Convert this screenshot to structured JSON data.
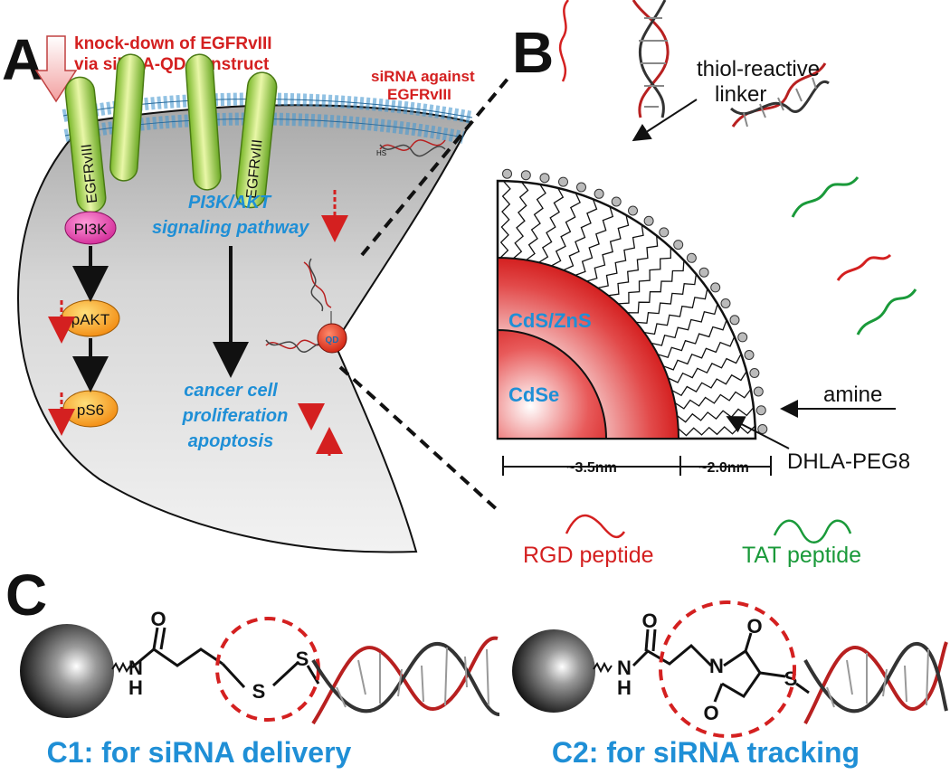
{
  "panels": {
    "a": "A",
    "b": "B",
    "c": "C"
  },
  "panel_a": {
    "knockdown_line1": "knock-down of EGFRvIII",
    "knockdown_line2": "via siRNA-QD construct",
    "sirna_line1": "siRNA against",
    "sirna_line2": "EGFRvIII",
    "receptor_label": "EGFRvIII",
    "pathway_line1": "PI3K/AKT",
    "pathway_line2": "signaling pathway",
    "pi3k": "PI3K",
    "pakt": "pAKT",
    "ps6": "pS6",
    "outcome_line1": "cancer cell",
    "outcome_line2": "proliferation",
    "outcome_line3": "apoptosis",
    "qd_tag": "QD",
    "hs_tag": "HS"
  },
  "panel_b": {
    "thiol_line1": "thiol-reactive",
    "thiol_line2": "linker",
    "shell": "CdS/ZnS",
    "core": "CdSe",
    "amine": "amine",
    "dhla": "DHLA-PEG8",
    "scale_core": "~3.5nm",
    "scale_shell": "~2.0nm",
    "rgd": "RGD peptide",
    "tat": "TAT peptide"
  },
  "panel_c": {
    "c1_caption": "C1: for siRNA delivery",
    "c2_caption": "C2: for siRNA tracking",
    "atom_o": "O",
    "atom_n": "N",
    "atom_h": "H",
    "atom_s": "S"
  },
  "colors": {
    "red": "#d42020",
    "blue": "#1f8fd6",
    "green": "#1a9a3a"
  }
}
